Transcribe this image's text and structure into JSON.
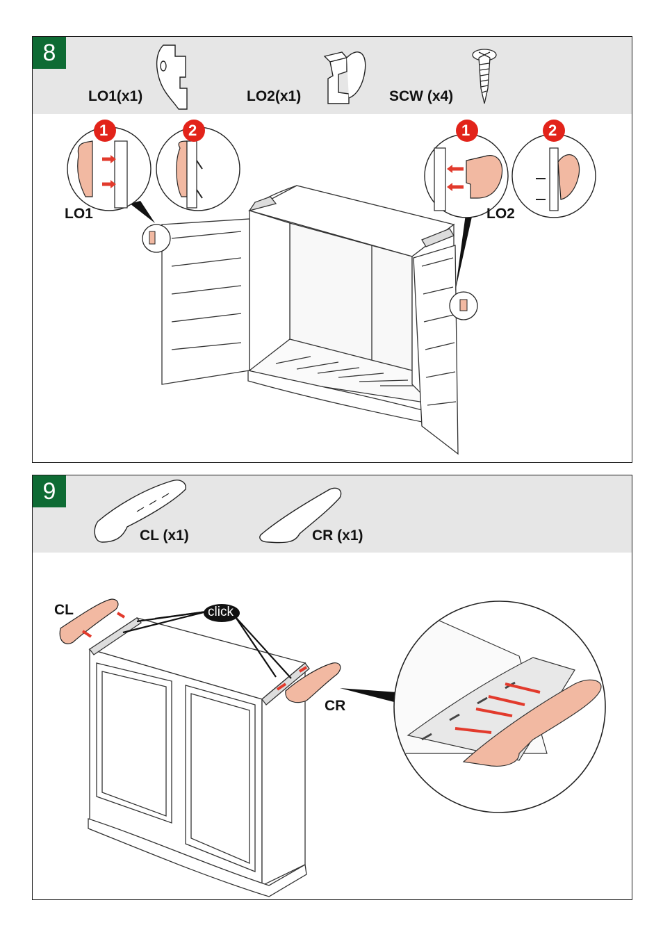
{
  "step8": {
    "number": "8",
    "parts": [
      {
        "label": "LO1(x1)"
      },
      {
        "label": "LO2(x1)"
      },
      {
        "label": "SCW (x4)"
      }
    ],
    "callouts": {
      "left": {
        "label": "LO1",
        "steps": [
          "1",
          "2"
        ]
      },
      "right": {
        "label": "LO2",
        "steps": [
          "1",
          "2"
        ]
      }
    }
  },
  "step9": {
    "number": "9",
    "parts": [
      {
        "label": "CL (x1)"
      },
      {
        "label": "CR (x1)"
      }
    ],
    "labels": {
      "cl": "CL",
      "cr": "CR",
      "click": "click"
    }
  },
  "colors": {
    "step_badge": "#0e6b34",
    "parts_bar": "#e6e6e6",
    "highlight_part": "#f2b9a2",
    "arrow": "#e23a2c",
    "step_circle": "#e2231a"
  }
}
